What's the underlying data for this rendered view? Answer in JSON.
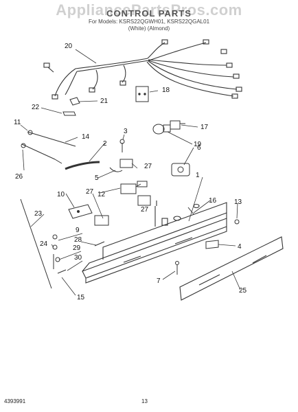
{
  "watermark": "AppliancePartsPros.com",
  "header": {
    "title": "CONTROL PARTS",
    "models": "For Models: KSRS22QGWH01, KSRS22QGAL01",
    "colors": "(White)          (Almond)"
  },
  "callouts": [
    "1",
    "2",
    "3",
    "4",
    "5",
    "6",
    "7",
    "9",
    "10",
    "11",
    "12",
    "13",
    "14",
    "15",
    "16",
    "17",
    "18",
    "19",
    "20",
    "21",
    "22",
    "23",
    "24",
    "25",
    "26",
    "27",
    "27",
    "27",
    "28",
    "29",
    "30"
  ],
  "footer": {
    "doc_number": "4393991",
    "page_number": "13"
  }
}
